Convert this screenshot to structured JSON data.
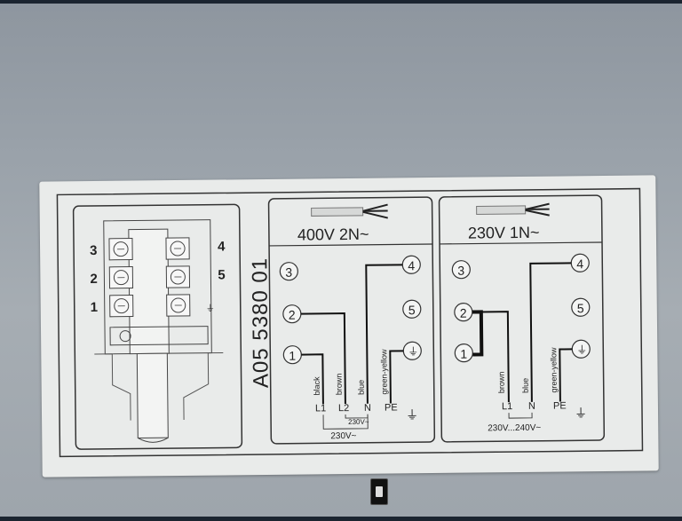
{
  "part_number": "A05 5380 01",
  "left_numbers": [
    "3",
    "2",
    "1"
  ],
  "right_numbers": [
    "4",
    "5"
  ],
  "panel_400v": {
    "title": "400V  2N~",
    "wires": [
      "black",
      "brown",
      "blue",
      "green-yellow"
    ],
    "terminals": [
      "L1",
      "L2",
      "N",
      "PE"
    ],
    "inner_voltage": "230V~",
    "outer_voltage": "230V~",
    "circles": [
      "3",
      "2",
      "1",
      "4",
      "5"
    ]
  },
  "panel_230v": {
    "title": "230V  1N~",
    "wires": [
      "brown",
      "blue",
      "green-yellow"
    ],
    "terminals": [
      "L1",
      "N",
      "PE"
    ],
    "voltage": "230V...240V~",
    "circles": [
      "3",
      "2",
      "1",
      "4",
      "5"
    ]
  },
  "colors": {
    "sticker": "#e9ebea",
    "ink": "#222222",
    "background": "#9aa2aa"
  }
}
